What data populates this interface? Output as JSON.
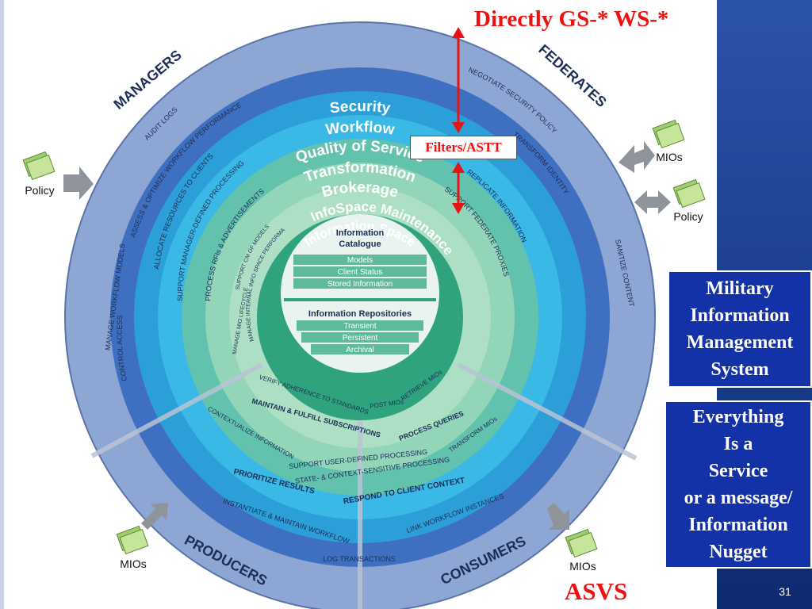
{
  "title_top": "Directly GS-* WS-*",
  "filters_label": "Filters/ASTT",
  "asvs_label": "ASVS",
  "page_number": "31",
  "box_mims": {
    "lines": [
      "Military",
      "Information",
      "Management",
      "System"
    ]
  },
  "box_everything": {
    "lines": [
      "Everything",
      "Is a",
      "Service",
      "or a message/",
      "Information",
      "Nugget"
    ]
  },
  "rings": {
    "security": "Security",
    "workflow": "Workflow",
    "qos": "Quality of Service",
    "transformation": "Transformation",
    "brokerage": "Brokerage",
    "infospace_maintenance": "InfoSpace Maintenance",
    "information_space": "Information Space"
  },
  "sections": {
    "managers": "MANAGERS",
    "federates": "FEDERATES",
    "producers": "PRODUCERS",
    "consumers": "CONSUMERS"
  },
  "core": {
    "catalogue_title": [
      "Information",
      "Catalogue"
    ],
    "catalogue_items": [
      "Models",
      "Client Status",
      "Stored Information"
    ],
    "repositories_title": "Information Repositories",
    "repositories_items": [
      "Transient",
      "Persistent",
      "Archival"
    ]
  },
  "ring_labels": {
    "audit_logs": "AUDIT LOGS",
    "assess_workflow": "ASSESS & OPTIMIZE WORKFLOW PERFORMANCE",
    "allocate_resources": "ALLOCATE RESOURCES TO CLIENTS",
    "support_manager": "SUPPORT MANAGER-DEFINED PROCESSING",
    "process_rfis": "PROCESS RFIs & ADVERTISEMENTS",
    "support_cm_models": "SUPPORT CM OF MODELS",
    "manage_info_space_perf": "MANAGE INTERNAL INFO SPACE PERFORMANCE",
    "manage_mio_lifecycle": "MANAGE MIO LIFECYCLE",
    "control_access": "CONTROL ACCESS",
    "manage_workflow_models": "MANAGE WORKFLOW MODELS",
    "negotiate_security": "NEGOTIATE SECURITY POLICY",
    "transform_identity": "TRANSFORM IDENTITY",
    "sanitize_content": "SANITIZE CONTENT",
    "replicate_information": "REPLICATE INFORMATION",
    "support_federate_proxies": "SUPPORT FEDERATE PROXIES",
    "verify_adherence": "VERIFY ADHERENCE TO STANDARDS",
    "post_mios": "POST MIOs",
    "retrieve_mios": "RETRIEVE MIOs",
    "maintain_subscriptions": "MAINTAIN & FULFILL SUBSCRIPTIONS",
    "process_queries": "PROCESS QUERIES",
    "transform_mios": "TRANSFORM MIOs",
    "contextualize": "CONTEXTUALIZE INFORMATION",
    "support_user_processing": "SUPPORT USER-DEFINED PROCESSING",
    "state_context": "STATE- & CONTEXT-SENSITIVE PROCESSING",
    "prioritize": "PRIORITIZE RESULTS",
    "respond_client": "RESPOND TO CLIENT CONTEXT",
    "instantiate_workflow": "INSTANTIATE & MAINTAIN WORKFLOW",
    "link_workflow": "LINK WORKFLOW INSTANCES",
    "log_transactions": "LOG TRANSACTIONS"
  },
  "outside_labels": {
    "policy_left": "Policy",
    "policy_right": "Policy",
    "mios_top_right": "MIOs",
    "mios_bottom_left": "MIOs",
    "mios_bottom_right": "MIOs"
  },
  "colors": {
    "ring_outer": "#7d99cc",
    "ring_security": "#3f6fc0",
    "ring_workflow": "#2c9ed8",
    "ring_qos": "#3ab8e6",
    "ring_transformation": "#62c2ad",
    "ring_brokerage": "#92d5b9",
    "ring_infospace": "#acdfc3",
    "ring_info_space": "#2fa37d",
    "box_fill": "#1432a8",
    "red_text": "#ee1111"
  }
}
